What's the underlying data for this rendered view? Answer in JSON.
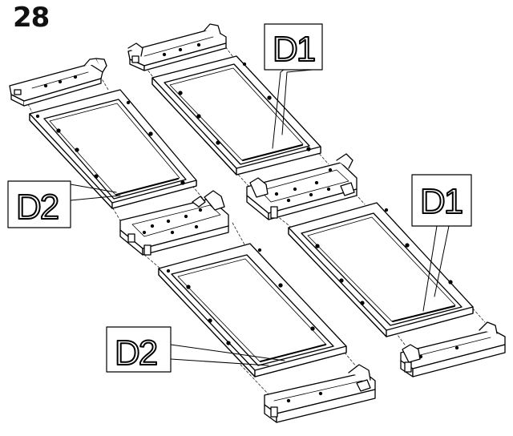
{
  "step": {
    "number": "28"
  },
  "labels": {
    "d1_top": "D1",
    "d2_left": "D2",
    "d1_right": "D1",
    "d2_bottom": "D2"
  }
}
